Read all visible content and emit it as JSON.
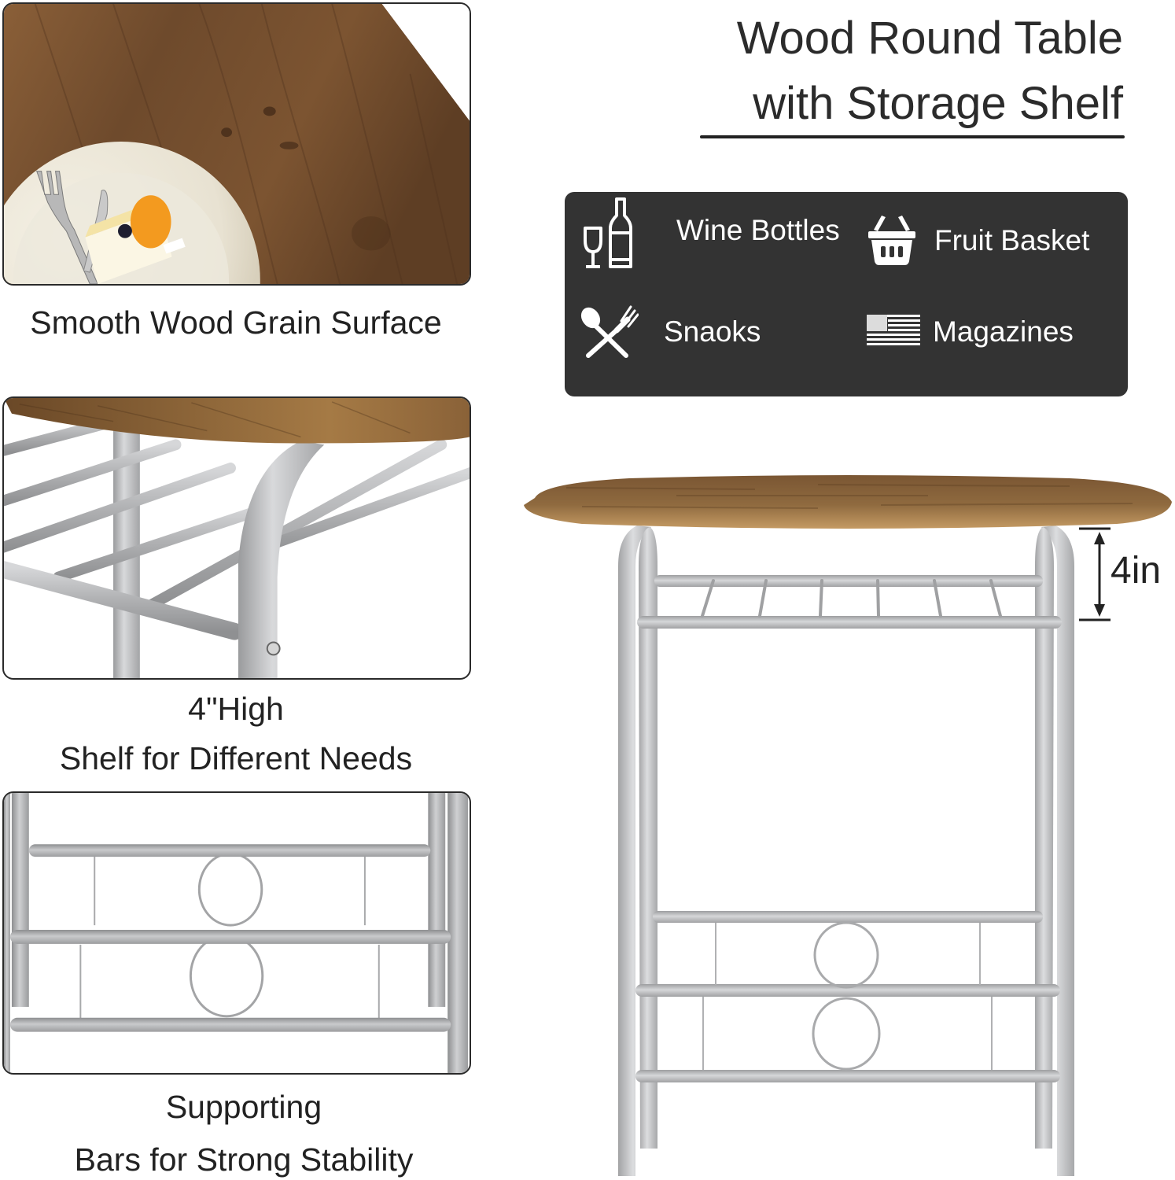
{
  "header": {
    "title_line1": "Wood Round Table",
    "title_line2": "with Storage Shelf"
  },
  "usage_box": {
    "background": "#333333",
    "items": [
      {
        "label": "Wine Bottles",
        "icon": "wine-bottle-glass-icon"
      },
      {
        "label": "Fruit Basket",
        "icon": "basket-icon"
      },
      {
        "label": "Snaoks",
        "icon": "spoon-fork-icon"
      },
      {
        "label": "Magazines",
        "icon": "flag-icon"
      }
    ]
  },
  "features": [
    {
      "caption_lines": [
        "Smooth Wood Grain Surface"
      ],
      "image": "wood-tabletop-closeup"
    },
    {
      "caption_lines": [
        "4\"High",
        "Shelf for Different Needs"
      ],
      "image": "shelf-closeup"
    },
    {
      "caption_lines": [
        "Supporting",
        "Bars for Strong Stability"
      ],
      "image": "support-bars-closeup"
    }
  ],
  "main_image": {
    "subject": "round-table-front-view",
    "dimension_label": "4in"
  },
  "colors": {
    "wood": "#7a5330",
    "wood_light": "#a87a48",
    "metal": "#b8b9bb",
    "text": "#222222"
  }
}
